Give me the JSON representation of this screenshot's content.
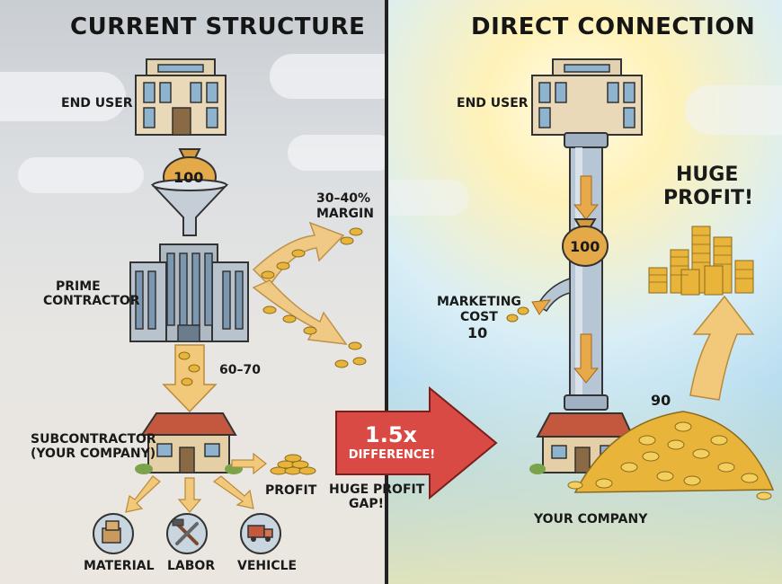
{
  "left_panel": {
    "title": "CURRENT STRUCTURE",
    "end_user_label": "END USER",
    "money_bag_amount": "100",
    "prime_contractor_label_line1": "PRIME",
    "prime_contractor_label_line2": "CONTRACTOR",
    "margin_label_line1": "30–40%",
    "margin_label_line2": "MARGIN",
    "flow_amount": "60–70",
    "subcontractor_label_line1": "SUBCONTRACTOR",
    "subcontractor_label_line2": "(YOUR COMPANY)",
    "profit_label": "PROFIT",
    "cost_items": [
      {
        "label": "MATERIAL",
        "icon": "box-icon"
      },
      {
        "label": "LABOR",
        "icon": "tools-icon"
      },
      {
        "label": "VEHICLE",
        "icon": "truck-icon"
      }
    ]
  },
  "center_banner": {
    "multiplier": "1.5x",
    "difference_label": "DIFFERENCE!",
    "gap_label_line1": "HUGE PROFIT",
    "gap_label_line2": "GAP!"
  },
  "right_panel": {
    "title": "DIRECT CONNECTION",
    "end_user_label": "END USER",
    "money_bag_amount": "100",
    "marketing_label_line1": "MARKETING",
    "marketing_label_line2": "COST",
    "marketing_amount": "10",
    "huge_profit_line1": "HUGE",
    "huge_profit_line2": "PROFIT!",
    "profit_amount": "90",
    "your_company_label": "YOUR COMPANY"
  },
  "colors": {
    "arrow_orange": "#f2c87a",
    "banner_red": "#d94a45",
    "gold": "#e8b53a",
    "building_facade": "#e9d9b8",
    "glass": "#8eb3cf"
  }
}
